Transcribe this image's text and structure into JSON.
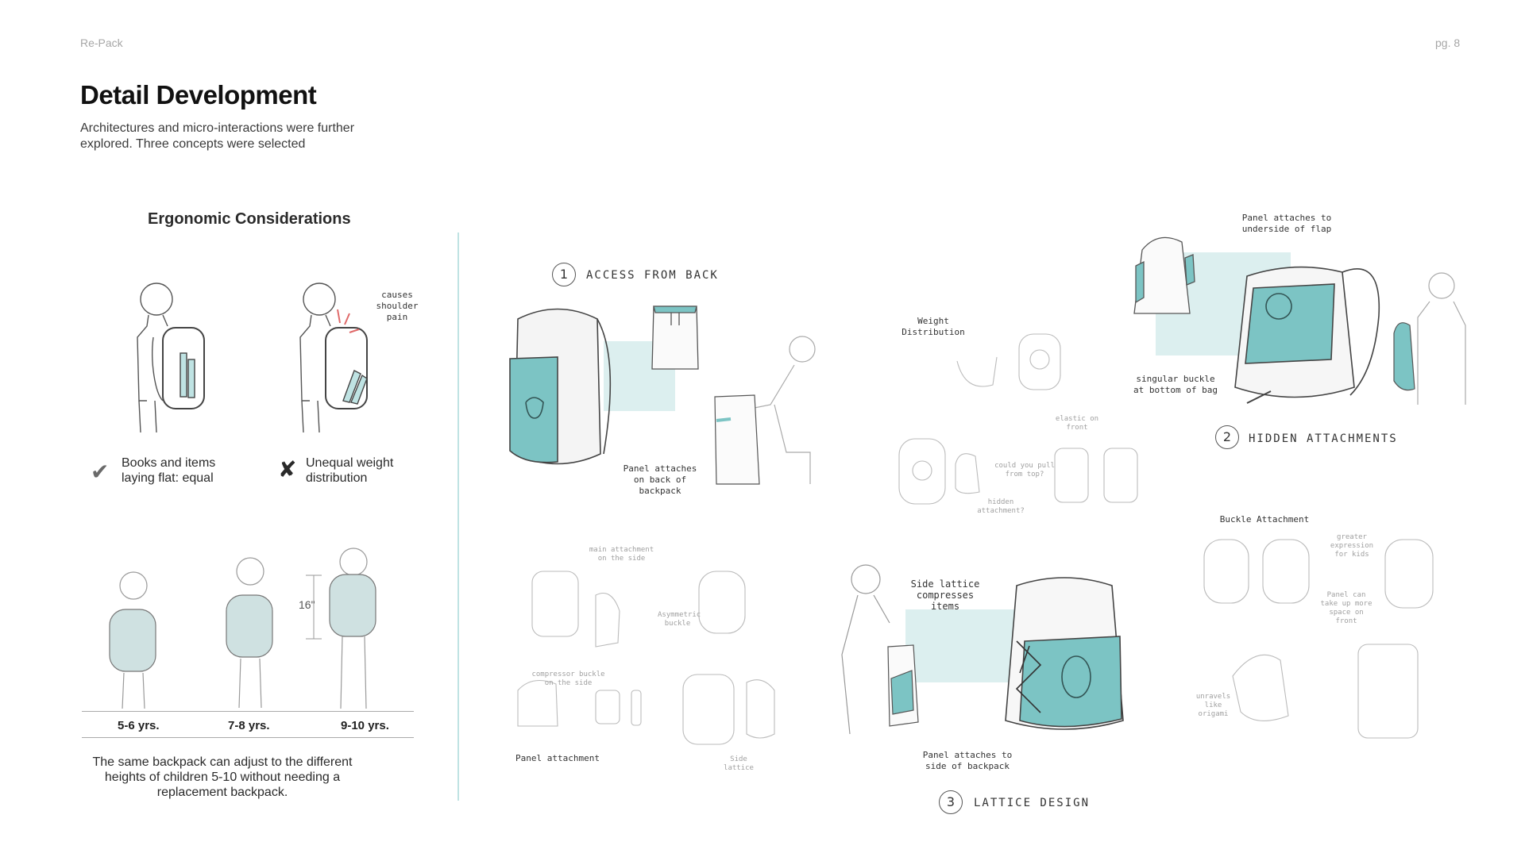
{
  "header": {
    "brand": "Re-Pack",
    "page": "pg. 8"
  },
  "title": "Detail Development",
  "subtitle": "Architectures and micro-interactions were further explored. Three concepts were selected",
  "ergonomics": {
    "title": "Ergonomic Considerations",
    "pain_label": "causes shoulder pain",
    "good_note": "Books and items laying flat: equal",
    "bad_note": "Unequal weight distribution",
    "height_label": "16\"",
    "ages": [
      "5-6 yrs.",
      "7-8 yrs.",
      "9-10 yrs."
    ],
    "bottom_note": "The same backpack can adjust to the different heights of children 5-10 without needing a replacement backpack."
  },
  "concepts": {
    "access_from_back": {
      "number": "1",
      "title": "ACCESS FROM BACK",
      "note": "Panel attaches on back of backpack"
    },
    "hidden_attachments": {
      "number": "2",
      "title": "HIDDEN ATTACHMENTS",
      "note_flap": "Panel attaches to underside of flap",
      "note_buckle": "singular buckle at bottom of bag"
    },
    "lattice_design": {
      "number": "3",
      "title": "LATTICE DESIGN",
      "note_lattice": "Side lattice compresses items",
      "note_side": "Panel attaches to side of backpack"
    }
  },
  "sketch_notes": {
    "weight": "Weight Distribution",
    "elastic": "elastic on front",
    "pull": "could you pull from top?",
    "hidden": "hidden attachment?",
    "buckle_attachment": "Buckle Attachment",
    "expression": "greater expression for kids",
    "space": "Panel can take up more space on front",
    "origami": "unravels like origami",
    "main_side": "main attachment on the side",
    "asym": "Asymmetric buckle",
    "compressor": "compressor buckle on the side",
    "panel": "Panel attachment",
    "lattice_side": "Side lattice"
  },
  "colors": {
    "accent": "#7cc4c4",
    "accent_light": "#dcefef",
    "divider": "#bfe3e3"
  },
  "icons": [
    "check-icon",
    "cross-icon"
  ]
}
